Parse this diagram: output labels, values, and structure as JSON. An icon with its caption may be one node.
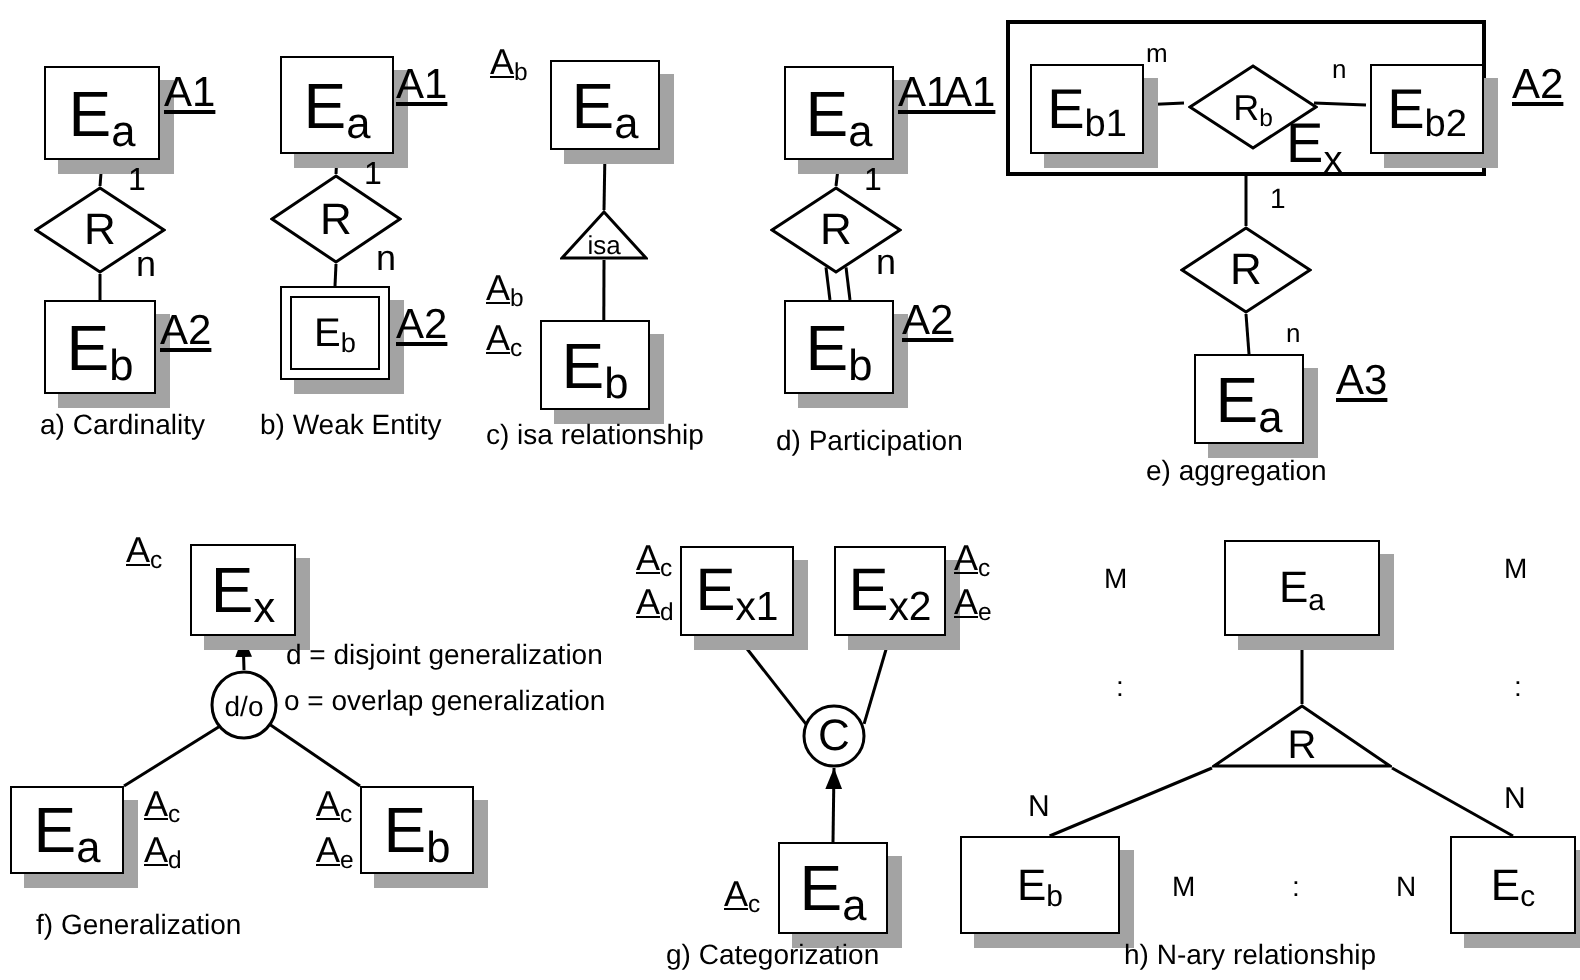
{
  "diagram": {
    "nodes": [
      {
        "text": [
          "E$_{a}$"
        ],
        "beside": [
          "A1"
        ]
      },
      {
        "text": [
          "R"
        ]
      },
      {
        "text": [
          "E$_{b}$"
        ],
        "beside": [
          "A2"
        ]
      },
      {
        "text": [
          "E$_{a}$"
        ],
        "beside": [
          "A1"
        ]
      },
      {
        "text": [
          "R"
        ]
      },
      {
        "text": [
          "E$_{b}$"
        ],
        "beside": [
          "A2"
        ]
      },
      {
        "text": [
          "E$_{a}$"
        ],
        "beside": [
          "A$_{b}$"
        ]
      },
      {
        "text": [
          "isa"
        ]
      },
      {
        "text": [
          "E$_{b}$"
        ],
        "beside": [
          "A$_{b}$",
          "A$_{c}$"
        ]
      },
      {
        "text": [
          "E$_{a}$"
        ],
        "beside": [
          "A1",
          "A1"
        ]
      },
      {
        "text": [
          "R"
        ]
      },
      {
        "text": [
          "E$_{b}$"
        ],
        "beside": [
          "A2"
        ]
      },
      {
        "text": [
          "E$_{x}$"
        ],
        "beside": [
          "A2"
        ]
      },
      {
        "text": [
          "E$_{b1}$"
        ],
        "in": 12
      },
      {
        "text": [
          "R$_{b}$"
        ],
        "in": 12
      },
      {
        "text": [
          "E$_{b2}$"
        ],
        "in": 12
      },
      {
        "text": [
          "R"
        ]
      },
      {
        "text": [
          "E$_{a}$"
        ],
        "beside": [
          "A3"
        ]
      },
      {
        "text": [
          "E$_{x}$"
        ],
        "beside": [
          "A$_{c}$"
        ]
      },
      {
        "text": [
          "d/o"
        ]
      },
      {
        "text": [
          "E$_{a}$"
        ],
        "beside": [
          "A$_{c}$",
          "A$_{d}$"
        ]
      },
      {
        "text": [
          "E$_{b}$"
        ],
        "beside": [
          "A$_{c}$",
          "A$_{e}$"
        ]
      },
      {
        "text": [
          "E$_{x1}$"
        ],
        "beside": [
          "A$_{c}$",
          "A$_{d}$"
        ]
      },
      {
        "text": [
          "E$_{x2}$"
        ],
        "beside": [
          "A$_{c}$",
          "A$_{e}$"
        ]
      },
      {
        "text": [
          "C"
        ]
      },
      {
        "text": [
          "E$_{a}$"
        ],
        "beside": [
          "A$_{c}$"
        ]
      },
      {
        "text": [
          "E$_{a}$"
        ]
      },
      {
        "text": [
          "R"
        ]
      },
      {
        "text": [
          "E$_{b}$"
        ]
      },
      {
        "text": [
          "E$_{c}$"
        ]
      }
    ],
    "edges": [
      {
        "from": 0,
        "to": 1,
        "arrow": "none",
        "label": "1"
      },
      {
        "from": 1,
        "to": 2,
        "arrow": "none",
        "label": "n"
      },
      {
        "from": 3,
        "to": 4,
        "arrow": "none",
        "label": "1"
      },
      {
        "from": 4,
        "to": 5,
        "arrow": "none",
        "label": "n"
      },
      {
        "from": 6,
        "to": 7,
        "arrow": "none"
      },
      {
        "from": 7,
        "to": 8,
        "arrow": "none"
      },
      {
        "from": 9,
        "to": 10,
        "arrow": "none",
        "label": "1"
      },
      {
        "from": 10,
        "to": 11,
        "arrow": "none",
        "label": "n"
      },
      {
        "from": 10,
        "to": 11,
        "arrow": "none"
      },
      {
        "from": 13,
        "to": 14,
        "arrow": "none",
        "label": "m"
      },
      {
        "from": 14,
        "to": 15,
        "arrow": "none",
        "label": "n"
      },
      {
        "from": 12,
        "to": 16,
        "arrow": "none",
        "label": "1"
      },
      {
        "from": 16,
        "to": 17,
        "arrow": "none",
        "label": "n"
      },
      {
        "from": 19,
        "to": 18,
        "arrow": "to"
      },
      {
        "from": 19,
        "to": 20,
        "arrow": "none"
      },
      {
        "from": 19,
        "to": 21,
        "arrow": "none"
      },
      {
        "from": 22,
        "to": 24,
        "arrow": "none"
      },
      {
        "from": 23,
        "to": 24,
        "arrow": "none"
      },
      {
        "from": 25,
        "to": 24,
        "arrow": "to"
      },
      {
        "from": 27,
        "to": 26,
        "arrow": "none"
      },
      {
        "from": 27,
        "to": 28,
        "arrow": "none",
        "label": "N"
      },
      {
        "from": 27,
        "to": 29,
        "arrow": "none",
        "label": "N"
      }
    ],
    "labels": [
      "a) Cardinality",
      "b) Weak Entity",
      "c) isa relationship",
      "d) Participation",
      "e) aggregation",
      "M",
      "d = disjoint generalization",
      "o = overlap generalization",
      "M",
      ":",
      ":",
      "M",
      ":",
      "N",
      "f) Generalization",
      "g) Categorization",
      "h) N-ary relationship"
    ]
  }
}
